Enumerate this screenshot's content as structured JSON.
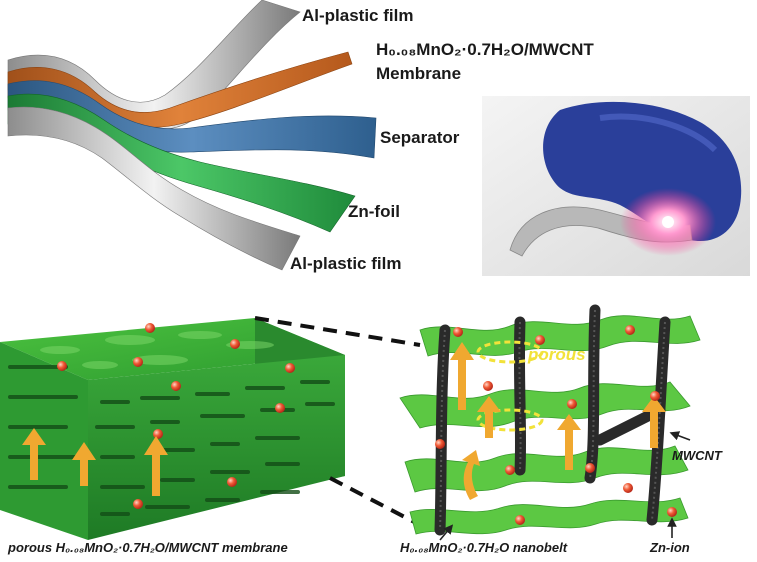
{
  "labels": {
    "al_plastic_top": "Al-plastic film",
    "cathode_line1": "H₀.₀₈MnO₂·0.7H₂O/MWCNT",
    "cathode_line2": "Membrane",
    "separator": "Separator",
    "zn_foil": "Zn-foil",
    "al_plastic_bottom": "Al-plastic film",
    "porous": "porous",
    "mwcnt": "MWCNT",
    "membrane_caption": "porous H₀.₀₈MnO₂·0.7H₂O/MWCNT membrane",
    "nanobelt_caption": "H₀.₀₈MnO₂·0.7H₂O nanobelt",
    "zn_ion": "Zn-ion"
  },
  "colors": {
    "al_film": "#a9a9a9",
    "cathode": "#c8621e",
    "separator": "#3d6fa0",
    "zn_foil": "#2fa24c",
    "green_membrane": "#3fb13b",
    "nanobelt": "#5cc843",
    "mwcnt": "#2a2a2a",
    "arrow": "#f0a830",
    "zn_ion": "#e2452b",
    "porous_text": "#f2e23a"
  },
  "icons": [
    "flexible-battery-photo",
    "glove-hand-icon",
    "led-light-icon"
  ]
}
